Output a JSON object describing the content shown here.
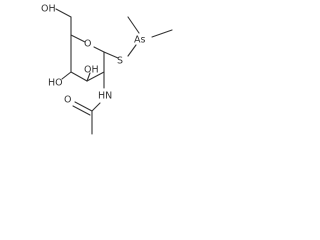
{
  "molecule": {
    "atoms": {
      "hydroxymethyl": "OH",
      "ring_oxygen": "O",
      "sulfur": "S",
      "arsenic": "As",
      "hydroxyl_c4": "HO",
      "hydroxyl_c3": "OH",
      "amide_nitrogen": "HN",
      "carbonyl_oxygen": "O"
    }
  }
}
